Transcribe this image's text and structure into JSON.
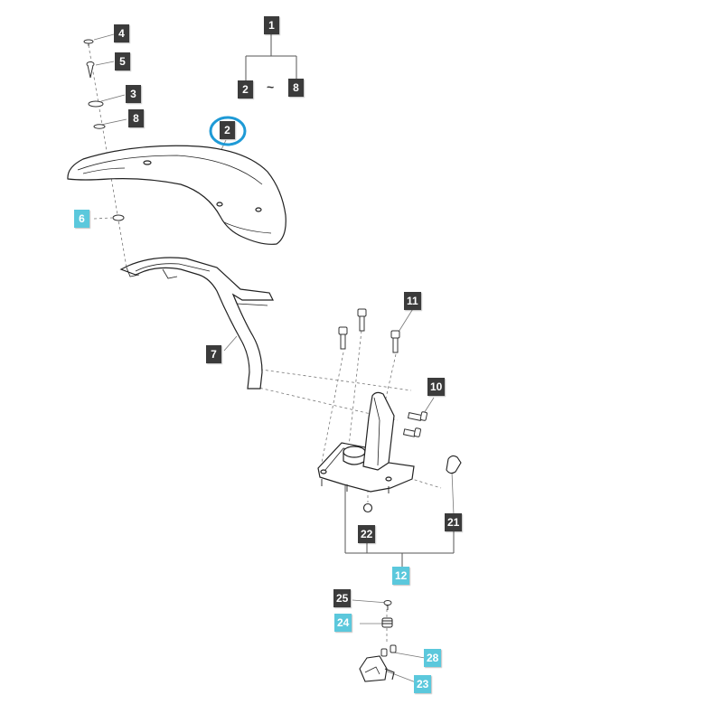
{
  "colors": {
    "callout_dark": "#3b3b3b",
    "callout_cyan": "#5bc8dc",
    "highlight_ring": "#1e9ad6",
    "line": "#555555"
  },
  "range_separator": "~",
  "callouts": {
    "c1": "1",
    "c2a": "2",
    "c8a": "8",
    "c2": "2",
    "c3": "3",
    "c4": "4",
    "c5": "5",
    "c6": "6",
    "c7": "7",
    "c8": "8",
    "c10": "10",
    "c11": "11",
    "c12": "12",
    "c21": "21",
    "c22": "22",
    "c23": "23",
    "c24": "24",
    "c25": "25",
    "c28": "28"
  }
}
